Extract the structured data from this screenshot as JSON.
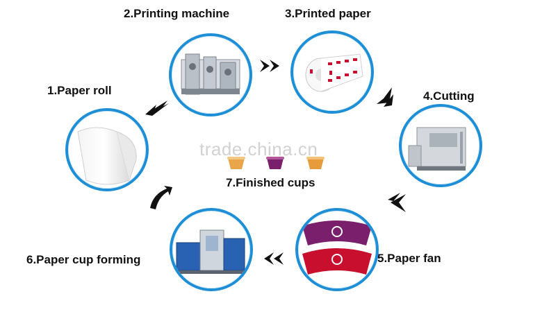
{
  "steps": {
    "s1": "1.Paper roll",
    "s2": "2.Printing machine",
    "s3": "3.Printed paper",
    "s4": "4.Cutting",
    "s5": "5.Paper fan",
    "s6": "6.Paper cup forming",
    "s7": "7.Finished cups"
  },
  "watermark": "trade.china.cn",
  "icons": {
    "paper_roll": "paper-roll-image",
    "printing_machine": "printing-machine-image",
    "printed_paper": "printed-paper-image",
    "cutting": "cutting-machine-image",
    "paper_fan": "paper-fan-image",
    "cup_forming": "cup-forming-machine-image"
  },
  "colors": {
    "circle_border": "#1e8fd6",
    "arrow": "#111111",
    "fan_red": "#c8102e",
    "fan_purple": "#7a1f6b"
  }
}
